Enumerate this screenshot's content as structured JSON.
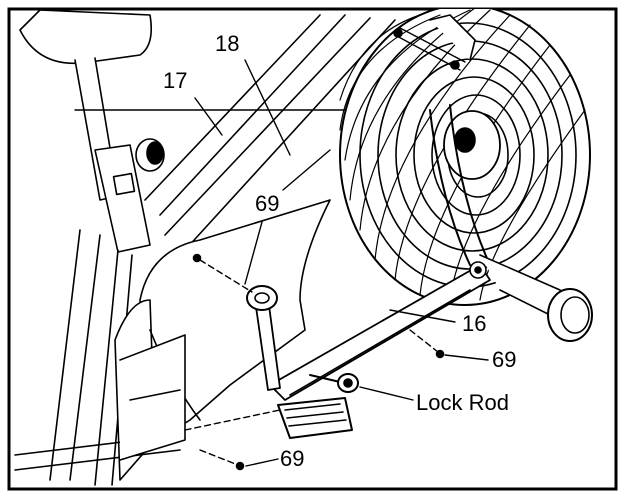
{
  "callouts": {
    "part_17": "17",
    "part_18": "18",
    "part_69_upper": "69",
    "part_16": "16",
    "part_69_right": "69",
    "lock_rod": "Lock Rod",
    "part_69_lower": "69"
  },
  "colors": {
    "ink": "#000000",
    "paper": "#ffffff"
  }
}
